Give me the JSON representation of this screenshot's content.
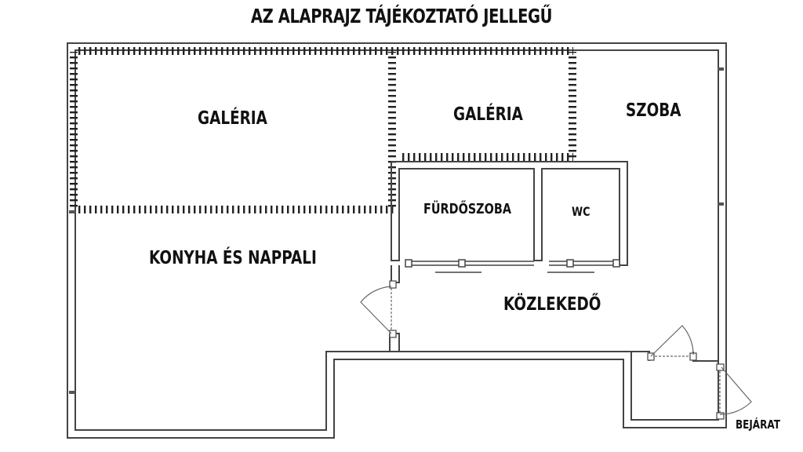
{
  "title": "AZ ALAPRAJZ TÁJÉKOZTATÓ JELLEGŰ",
  "rooms": {
    "galeria_left": "GALÉRIA",
    "galeria_mid": "GALÉRIA",
    "szoba": "SZOBA",
    "furdoszoba": "FÜRDŐSZOBA",
    "wc": "WC",
    "konyha": "KONYHA ÉS NAPPALI",
    "kozlekedo": "KÖZLEKEDŐ",
    "bejarat": "BEJÁRAT"
  }
}
